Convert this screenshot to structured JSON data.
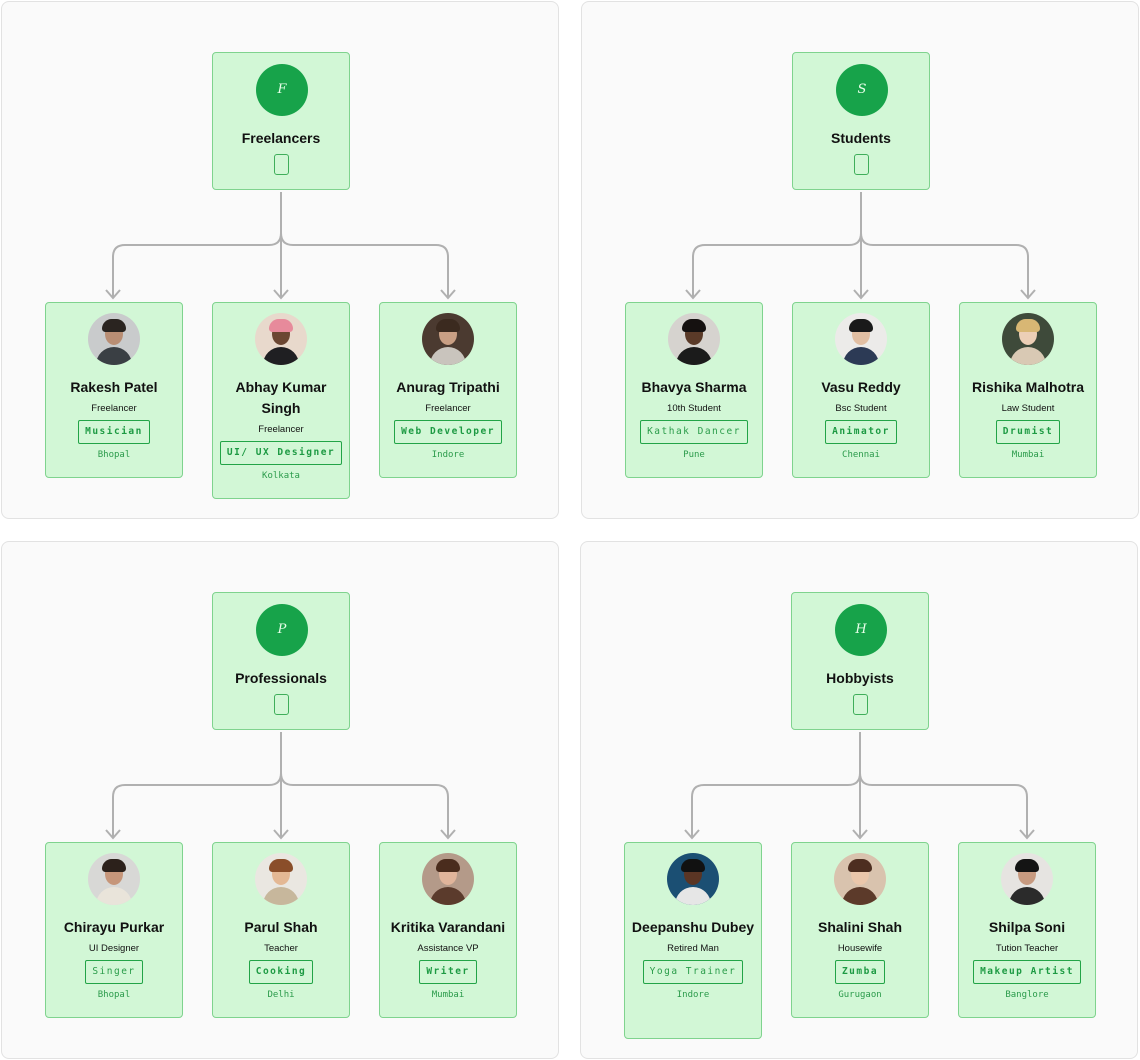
{
  "groups": [
    {
      "initial": "F",
      "title": "Freelancers",
      "members": [
        {
          "name": "Rakesh Patel",
          "role": "Freelancer",
          "tag": "Musician",
          "city": "Bhopal"
        },
        {
          "name": "Abhay Kumar Singh",
          "role": "Freelancer",
          "tag": "UI/ UX Designer",
          "city": "Kolkata"
        },
        {
          "name": "Anurag Tripathi",
          "role": "Freelancer",
          "tag": "Web Developer",
          "city": "Indore"
        }
      ]
    },
    {
      "initial": "S",
      "title": "Students",
      "members": [
        {
          "name": "Bhavya Sharma",
          "role": "10th Student",
          "tag": "Kathak Dancer",
          "city": "Pune"
        },
        {
          "name": "Vasu Reddy",
          "role": "Bsc Student",
          "tag": "Animator",
          "city": "Chennai"
        },
        {
          "name": "Rishika Malhotra",
          "role": "Law Student",
          "tag": "Drumist",
          "city": "Mumbai"
        }
      ]
    },
    {
      "initial": "P",
      "title": "Professionals",
      "members": [
        {
          "name": "Chirayu Purkar",
          "role": "UI Designer",
          "tag": "Singer",
          "city": "Bhopal"
        },
        {
          "name": "Parul Shah",
          "role": "Teacher",
          "tag": "Cooking",
          "city": "Delhi"
        },
        {
          "name": "Kritika Varandani",
          "role": "Assistance VP",
          "tag": "Writer",
          "city": "Mumbai"
        }
      ]
    },
    {
      "initial": "H",
      "title": "Hobbyists",
      "members": [
        {
          "name": "Deepanshu Dubey",
          "role": "Retired Man",
          "tag": "Yoga Trainer",
          "city": "Indore"
        },
        {
          "name": "Shalini Shah",
          "role": "Housewife",
          "tag": "Zumba",
          "city": "Gurugaon"
        },
        {
          "name": "Shilpa Soni",
          "role": "Tution Teacher",
          "tag": "Makeup Artist",
          "city": "Banglore"
        }
      ]
    }
  ],
  "colors": {
    "card_bg": "#d2f7d6",
    "card_border": "#7fd38e",
    "accent": "#17a34a",
    "connector": "#b0b0b0"
  }
}
